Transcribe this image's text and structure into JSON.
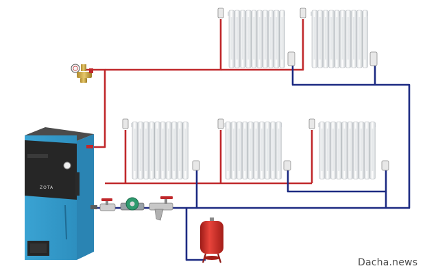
{
  "boiler": {
    "brand": "ZOTA"
  },
  "watermark": {
    "text": "Dacha.news"
  },
  "colors": {
    "supply_pipe": "#c0282b",
    "return_pipe": "#1c2a82",
    "boiler_body": "#3fa9d8",
    "boiler_front": "#2b2b2b",
    "expansion_tank": "#d42a24",
    "radiator": "#f2f3f4"
  },
  "icons": {
    "safety_group": "safety-group-icon",
    "pump": "circulation-pump-icon",
    "filter": "strainer-filter-icon",
    "ball_valve": "ball-valve-icon",
    "expansion_tank": "expansion-tank-icon",
    "radiator": "radiator-icon"
  },
  "radiators": {
    "upper_row_count": 2,
    "lower_row_count": 3
  }
}
